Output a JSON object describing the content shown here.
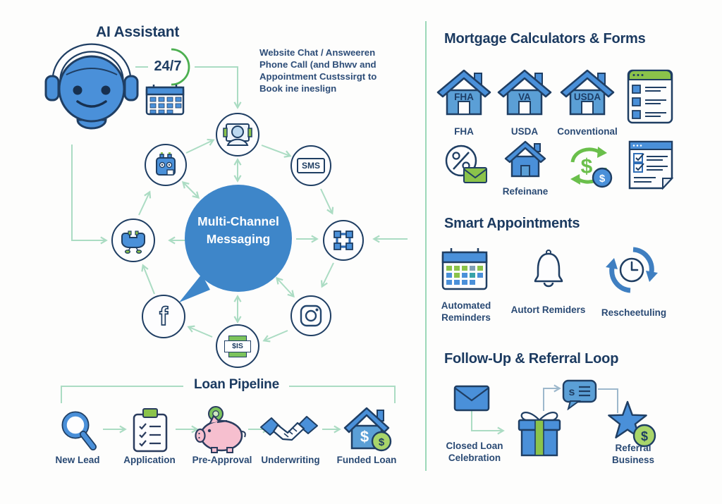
{
  "left": {
    "title": "AI Assistant",
    "availability_badge": "24/7",
    "intro_lines": [
      "Website Chat / Answeeren",
      "Phone Call (and Bhwv and",
      "Appointment Custssirgt to",
      "Book ine ineslign"
    ],
    "hub": {
      "line1": "Multi-Channel",
      "line2": "Messaging"
    },
    "channels": {
      "sms": "SMS",
      "money_sms": "$IS"
    }
  },
  "pipeline": {
    "title": "Loan Pipeline",
    "steps": [
      "New Lead",
      "Application",
      "Pre-Approval",
      "Underwriting",
      "Funded Loan"
    ]
  },
  "right": {
    "calculators": {
      "title": "Mortgage Calculators & Forms",
      "house_tags": [
        "FHA",
        "VA",
        "USDA"
      ],
      "house_labels": [
        "FHA",
        "USDA",
        "Conventional"
      ],
      "refinance_label": "Refeinane"
    },
    "appointments": {
      "title": "Smart Appointments",
      "labels": [
        "Automated Reminders",
        "Autort Remiders",
        "Rescheetuling"
      ]
    },
    "referral": {
      "title": "Follow-Up & Referral Loop",
      "labels": [
        "Closed Loan Celebration",
        "Referral Business"
      ]
    }
  },
  "glyphs": {
    "dollar": "$",
    "facebook_f": "f",
    "bubble_s": "s"
  },
  "colors": {
    "navy": "#1f3e63",
    "blue": "#4a90d9",
    "hub_blue": "#3e86c9",
    "green": "#7cc35c",
    "pale_green_arrows": "#abdcc3",
    "divider_green": "#9cd8b8",
    "pink": "#f6bfcf"
  }
}
